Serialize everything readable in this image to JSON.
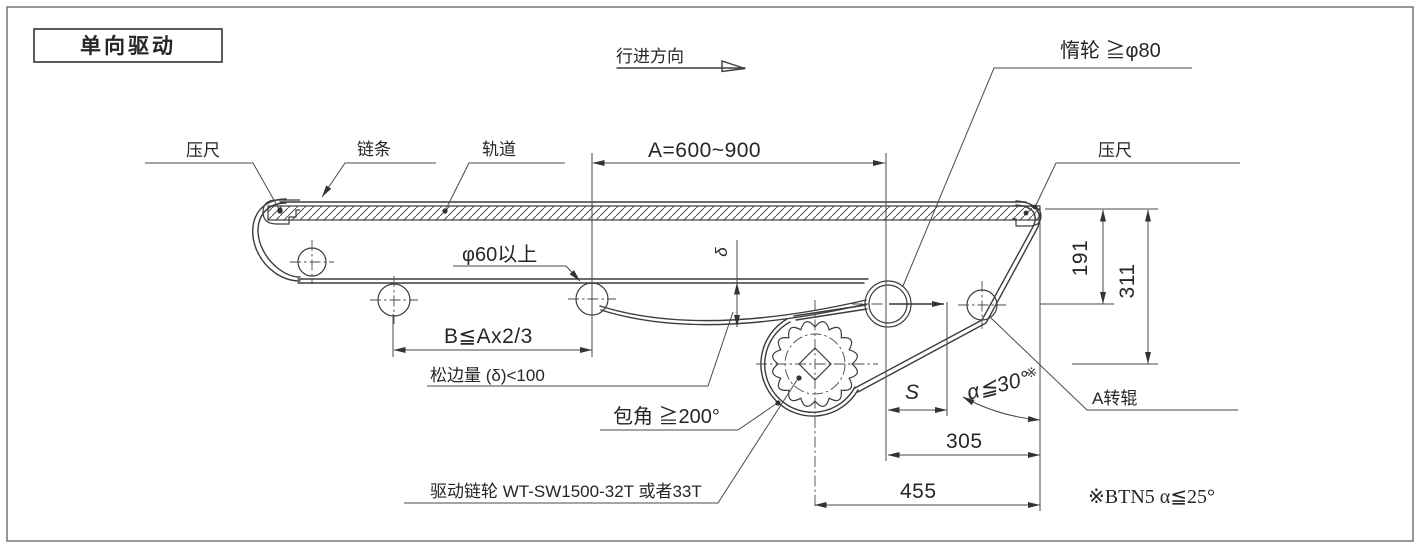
{
  "title": "单向驱动",
  "direction": {
    "label": "行进方向"
  },
  "callouts": {
    "pressure_bar_left": "压尺",
    "chain": "链条",
    "rail": "轨道",
    "idler": "惰轮 ≧φ80",
    "pressure_bar_right": "压尺",
    "min_roller_dia": "φ60以上",
    "slack_amount": "松边量 (δ)<100",
    "wrap_angle": "包角 ≧200°",
    "drive_sprocket": "驱动链轮 WT-SW1500-32T 或者33T",
    "a_roller": "A转辊"
  },
  "dimensions": {
    "span_a": "A=600~900",
    "span_b": "B≦Ax2/3",
    "delta": "δ",
    "stroke_s": "S",
    "alpha_max": "α≦30°",
    "alpha_ref_mark": "※",
    "height_191": "191",
    "height_311": "311",
    "width_305": "305",
    "width_455": "455"
  },
  "footnote": "※BTN5  α≦25°",
  "colors": {
    "line": "#3c3c3c",
    "text": "#262626",
    "background": "#ffffff"
  }
}
